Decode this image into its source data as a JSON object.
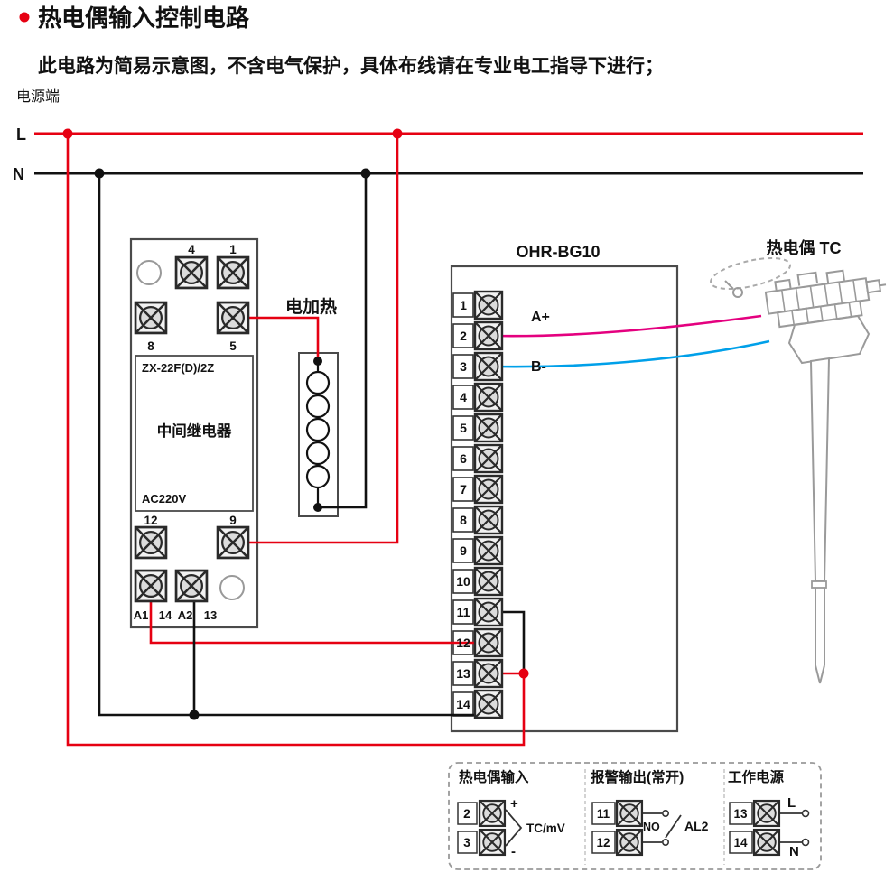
{
  "colors": {
    "line_l": "#e60012",
    "line_n": "#111111",
    "wire_a": "#e4007f",
    "wire_b": "#00a0e9",
    "outline": "#4a4a4a",
    "tc_gray": "#9a9a9a"
  },
  "header": {
    "title": "热电偶输入控制电路",
    "subtitle": "此电路为简易示意图，不含电气保护，具体布线请在专业电工指导下进行；"
  },
  "power": {
    "label": "电源端",
    "l": "L",
    "n": "N"
  },
  "relay": {
    "model": "ZX-22F(D)/2Z",
    "name": "中间继电器",
    "voltage": "AC220V",
    "top": [
      "4",
      "1"
    ],
    "mid": [
      "8",
      "5"
    ],
    "bot": [
      "12",
      "9"
    ],
    "coil": [
      "A1",
      "14",
      "A2",
      "13"
    ]
  },
  "heater": {
    "label": "电加热"
  },
  "controller": {
    "label": "OHR-BG10",
    "a_plus": "A+",
    "b_minus": "B-",
    "terminals": [
      "1",
      "2",
      "3",
      "4",
      "5",
      "6",
      "7",
      "8",
      "9",
      "10",
      "11",
      "12",
      "13",
      "14"
    ]
  },
  "thermocouple": {
    "label": "热电偶 TC"
  },
  "legend": {
    "tc": {
      "title": "热电偶输入",
      "terminals": [
        "2",
        "3"
      ],
      "plus": "+",
      "minus": "-",
      "signal": "TC/mV"
    },
    "alarm": {
      "title": "报警输出(常开)",
      "terminals": [
        "11",
        "12"
      ],
      "no_label": "NO",
      "name": "AL2"
    },
    "pwr": {
      "title": "工作电源",
      "terminals": [
        "13",
        "14"
      ],
      "l": "L",
      "n": "N"
    }
  }
}
